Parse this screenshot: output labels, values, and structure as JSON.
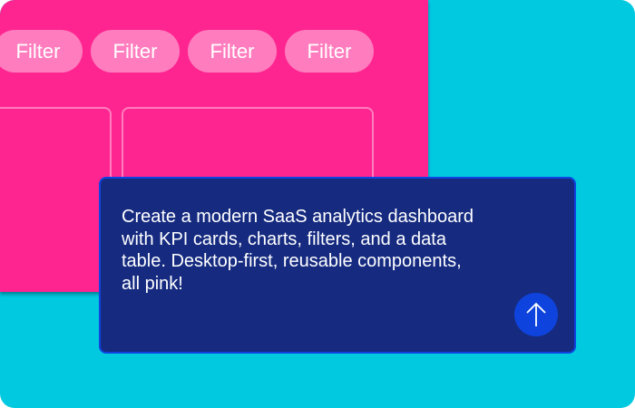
{
  "filters": [
    "Filter",
    "Filter",
    "Filter",
    "Filter"
  ],
  "prompt": {
    "text": "Create a modern SaaS analytics dashboard with KPI cards, charts, filters, and a data table. Desktop-first, reusable components, all pink!",
    "send_icon": "arrow-up-icon"
  },
  "colors": {
    "background": "#00C9E0",
    "panel": "#FF2590",
    "pill": "#FF7DBE",
    "prompt_bg": "#162B80",
    "accent": "#0E44DD"
  }
}
